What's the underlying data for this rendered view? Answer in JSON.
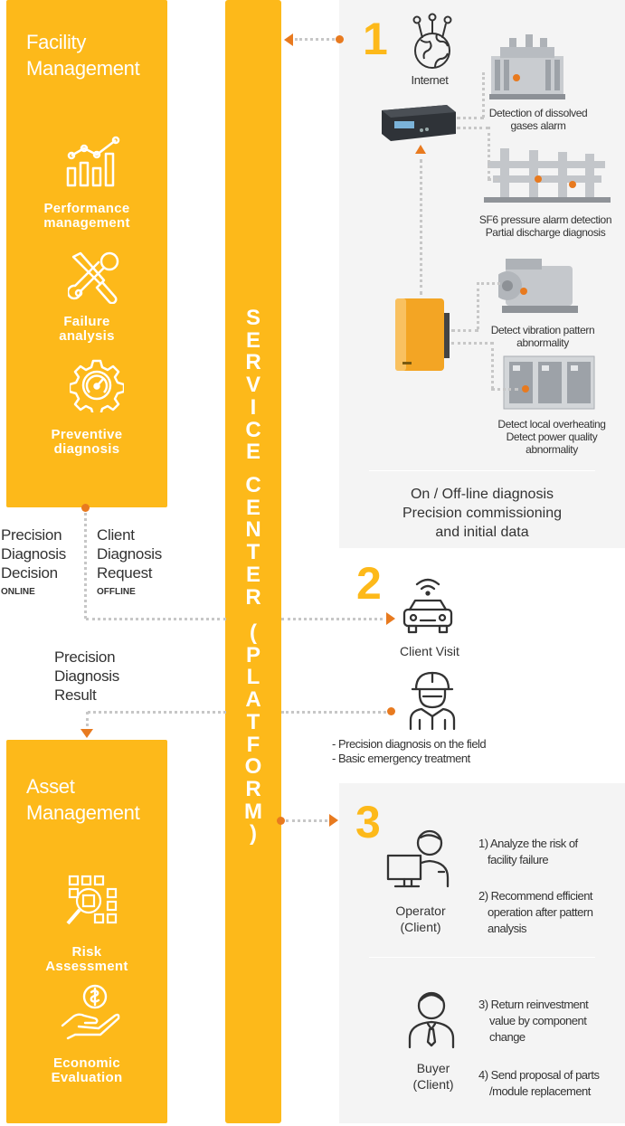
{
  "facility": {
    "title_line1": "Facility",
    "title_line2": "Management",
    "items": [
      {
        "label_line1": "Performance",
        "label_line2": "management",
        "icon": "bar-chart-growth-icon"
      },
      {
        "label_line1": "Failure",
        "label_line2": "analysis",
        "icon": "wrench-screwdriver-icon"
      },
      {
        "label_line1": "Preventive",
        "label_line2": "diagnosis",
        "icon": "gear-gauge-icon"
      }
    ]
  },
  "asset": {
    "title_line1": "Asset",
    "title_line2": "Management",
    "items": [
      {
        "label_line1": "Risk",
        "label_line2": "Assessment",
        "icon": "grid-magnifier-icon"
      },
      {
        "label_line1": "Economic",
        "label_line2": "Evaluation",
        "icon": "hand-coin-icon"
      }
    ]
  },
  "service_center": {
    "letters_top": [
      "S",
      "E",
      "R",
      "V",
      "I",
      "C",
      "E"
    ],
    "letters_mid": [
      "C",
      "E",
      "N",
      "T",
      "E",
      "R"
    ],
    "letters_bottom": [
      "(",
      "P",
      "L",
      "A",
      "T",
      "F",
      "O",
      "R",
      "M",
      ")"
    ]
  },
  "flow_labels": {
    "precision_decision_lines": [
      "Precision",
      "Diagnosis",
      "Decision"
    ],
    "online": "ONLINE",
    "client_request_lines": [
      "Client",
      "Diagnosis",
      "Request"
    ],
    "offline": "OFFLINE",
    "result_lines": [
      "Precision",
      "Diagnosis",
      "Result"
    ]
  },
  "section1": {
    "number": "1",
    "internet": "Internet",
    "dga_lines": [
      "Detection of dissolved",
      "gases alarm"
    ],
    "sf6_lines": [
      "SF6 pressure alarm detection",
      "Partial discharge diagnosis"
    ],
    "vibration_lines": [
      "Detect vibration pattern",
      "abnormality"
    ],
    "overheat_lines": [
      "Detect local overheating",
      "Detect power quality",
      "abnormality"
    ],
    "summary_lines": [
      "On / Off-line diagnosis",
      "Precision commissioning",
      "and initial data"
    ]
  },
  "section2": {
    "number": "2",
    "client_visit": "Client Visit",
    "items": [
      "- Precision diagnosis on the field",
      "- Basic emergency treatment"
    ]
  },
  "section3": {
    "number": "3",
    "operator_lines": [
      "Operator",
      "(Client)"
    ],
    "operator_item1": [
      "1) Analyze the risk of",
      "facility failure"
    ],
    "operator_item2": [
      "2) Recommend efficient",
      "operation after pattern",
      "analysis"
    ],
    "buyer_lines": [
      "Buyer",
      "(Client)"
    ],
    "buyer_item3": [
      "3) Return reinvestment",
      "value by component",
      "change"
    ],
    "buyer_item4": [
      "4) Send proposal of parts",
      "/module replacement"
    ]
  },
  "colors": {
    "accent": "#fdb91a",
    "arrow": "#e87a1f",
    "panel": "#f4f4f4",
    "dots": "#c7c7c7"
  }
}
